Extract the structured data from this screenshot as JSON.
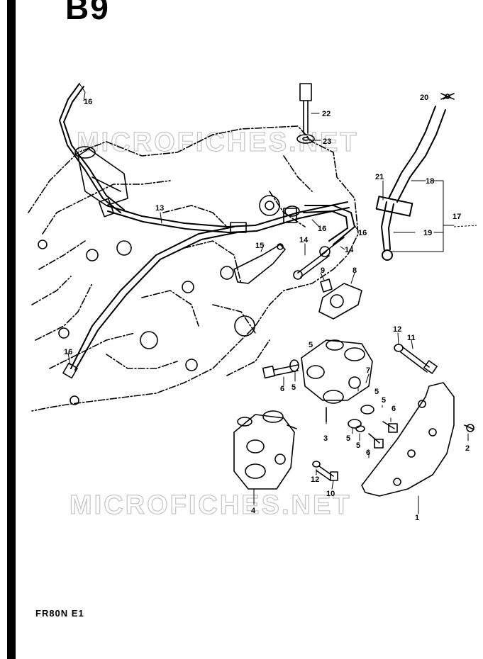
{
  "header_code": "B9",
  "model_code": "FR80N E1",
  "watermark_text": "MICROFICHES.NET",
  "callouts": [
    {
      "id": "c1",
      "text": "1"
    },
    {
      "id": "c2",
      "text": "2"
    },
    {
      "id": "c3",
      "text": "3"
    },
    {
      "id": "c4",
      "text": "4"
    },
    {
      "id": "c5a",
      "text": "5"
    },
    {
      "id": "c5b",
      "text": "5"
    },
    {
      "id": "c5c",
      "text": "5"
    },
    {
      "id": "c5d",
      "text": "5"
    },
    {
      "id": "c5e",
      "text": "5"
    },
    {
      "id": "c5f",
      "text": "5"
    },
    {
      "id": "c6a",
      "text": "6"
    },
    {
      "id": "c6b",
      "text": "6"
    },
    {
      "id": "c6c",
      "text": "6"
    },
    {
      "id": "c7",
      "text": "7"
    },
    {
      "id": "c8",
      "text": "8"
    },
    {
      "id": "c9",
      "text": "9"
    },
    {
      "id": "c10",
      "text": "10"
    },
    {
      "id": "c11",
      "text": "11"
    },
    {
      "id": "c12a",
      "text": "12"
    },
    {
      "id": "c12b",
      "text": "12"
    },
    {
      "id": "c13",
      "text": "13"
    },
    {
      "id": "c14a",
      "text": "14"
    },
    {
      "id": "c14b",
      "text": "14"
    },
    {
      "id": "c15",
      "text": "15"
    },
    {
      "id": "c16a",
      "text": "16"
    },
    {
      "id": "c16b",
      "text": "16"
    },
    {
      "id": "c16c",
      "text": "16"
    },
    {
      "id": "c16d",
      "text": "16"
    },
    {
      "id": "c17",
      "text": "17"
    },
    {
      "id": "c18",
      "text": "18"
    },
    {
      "id": "c19",
      "text": "19"
    },
    {
      "id": "c20",
      "text": "20"
    },
    {
      "id": "c21",
      "text": "21"
    },
    {
      "id": "c22",
      "text": "22"
    },
    {
      "id": "c23",
      "text": "23"
    }
  ]
}
